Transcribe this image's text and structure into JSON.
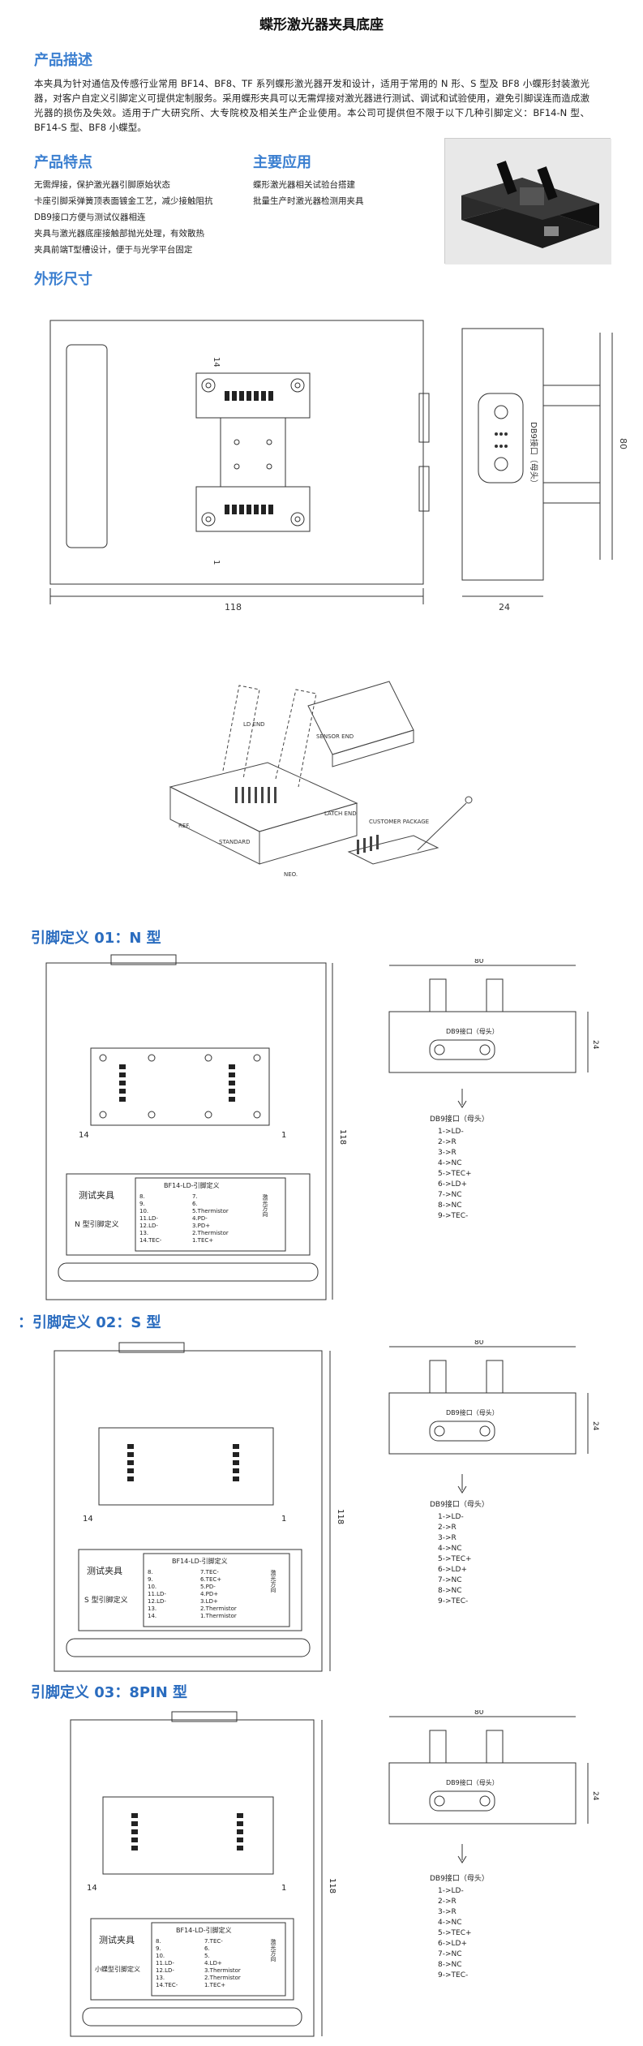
{
  "title": "蝶形激光器夹具底座",
  "sections": {
    "description_heading": "产品描述",
    "description_text": "本夹具为针对通信及传感行业常用 BF14、BF8、TF 系列蝶形激光器开发和设计，适用于常用的 N 形、S 型及 BF8 小蝶形封装激光器，对客户自定义引脚定义可提供定制服务。采用蝶形夹具可以无需焊接对激光器进行测试、调试和试验使用，避免引脚误连而造成激光器的损伤及失效。适用于广大研究所、大专院校及相关生产企业使用。本公司可提供但不限于以下几种引脚定义：BF14-N 型、BF14-S 型、BF8 小蝶型。",
    "features_heading": "产品特点",
    "features": [
      "无需焊接，保护激光器引脚原始状态",
      "卡座引脚采弹簧顶表面镀金工艺，减少接触阻抗",
      "DB9接口方便与测试仪器相连",
      "夹具与激光器底座接触部抛光处理，有效散热",
      "夹具前端T型槽设计，便于与光学平台固定"
    ],
    "applications_heading": "主要应用",
    "applications": [
      "蝶形激光器相关试验台搭建",
      "批量生产时激光器检测用夹具"
    ],
    "dimensions_heading": "外形尺寸"
  },
  "outline": {
    "width_label": "118",
    "depth_label": "24",
    "height_label": "80",
    "pin14": "14",
    "pin1": "1",
    "db9_label": "DB9接口（母头）"
  },
  "iso": {
    "labels": [
      "LD END",
      "SENSOR END",
      "LATCH END",
      "CUSTOMER PACKAGE",
      "STANDARD",
      "REF.",
      "NEO."
    ]
  },
  "pin_defs": [
    {
      "heading": "引脚定义 01：N 型",
      "prefix": "",
      "fixture_title": "测试夹具",
      "fixture_type": "N 型引脚定义",
      "card_title": "BF14-LD-引脚定义",
      "arrow_text": "激光方向",
      "left_col": [
        "8.",
        "9.",
        "10.",
        "11.LD-",
        "12.LD-",
        "13.",
        "14.TEC-"
      ],
      "right_col": [
        "7.",
        "6.",
        "5.Thermistor",
        "4.PD-",
        "3.PD+",
        "2.Thermistor",
        "1.TEC+"
      ],
      "db9_title": "DB9接口（母头）",
      "db9_pins": [
        "1->LD-",
        "2->R",
        "3->R",
        "4->NC",
        "5->TEC+",
        "6->LD+",
        "7->NC",
        "8->NC",
        "9->TEC-"
      ],
      "dim_w": "80",
      "dim_h": "24",
      "dim_body": "118",
      "pin14": "14",
      "pin1": "1",
      "db9_panel_label": "DB9接口（母头）"
    },
    {
      "heading": "引脚定义 02：S 型",
      "prefix": "：",
      "fixture_title": "测试夹具",
      "fixture_type": "S 型引脚定义",
      "card_title": "BF14-LD-引脚定义",
      "arrow_text": "激光方向",
      "left_col": [
        "8.",
        "9.",
        "10.",
        "11.LD-",
        "12.LD-",
        "13.",
        "14."
      ],
      "right_col": [
        "7.TEC-",
        "6.TEC+",
        "5.PD-",
        "4.PD+",
        "3.LD+",
        "2.Thermistor",
        "1.Thermistor"
      ],
      "db9_title": "DB9接口（母头）",
      "db9_pins": [
        "1->LD-",
        "2->R",
        "3->R",
        "4->NC",
        "5->TEC+",
        "6->LD+",
        "7->NC",
        "8->NC",
        "9->TEC-"
      ],
      "dim_w": "80",
      "dim_h": "24",
      "dim_body": "118",
      "pin14": "14",
      "pin1": "1",
      "db9_panel_label": "DB9接口（母头）"
    },
    {
      "heading": "引脚定义 03：8PIN 型",
      "prefix": "",
      "fixture_title": "测试夹具",
      "fixture_type": "小蝶型引脚定义",
      "card_title": "BF14-LD-引脚定义",
      "arrow_text": "激光方向",
      "left_col": [
        "8.",
        "9.",
        "10.",
        "11.LD-",
        "12.LD-",
        "13.",
        "14.TEC-"
      ],
      "right_col": [
        "7.TEC-",
        "6.",
        "5.",
        "4.LD+",
        "3.Thermistor",
        "2.Thermistor",
        "1.TEC+"
      ],
      "db9_title": "DB9接口（母头）",
      "db9_pins": [
        "1->LD-",
        "2->R",
        "3->R",
        "4->NC",
        "5->TEC+",
        "6->LD+",
        "7->NC",
        "8->NC",
        "9->TEC-"
      ],
      "dim_w": "80",
      "dim_h": "24",
      "dim_body": "118",
      "pin14": "14",
      "pin1": "1",
      "db9_panel_label": "DB9接口（母头）"
    }
  ]
}
